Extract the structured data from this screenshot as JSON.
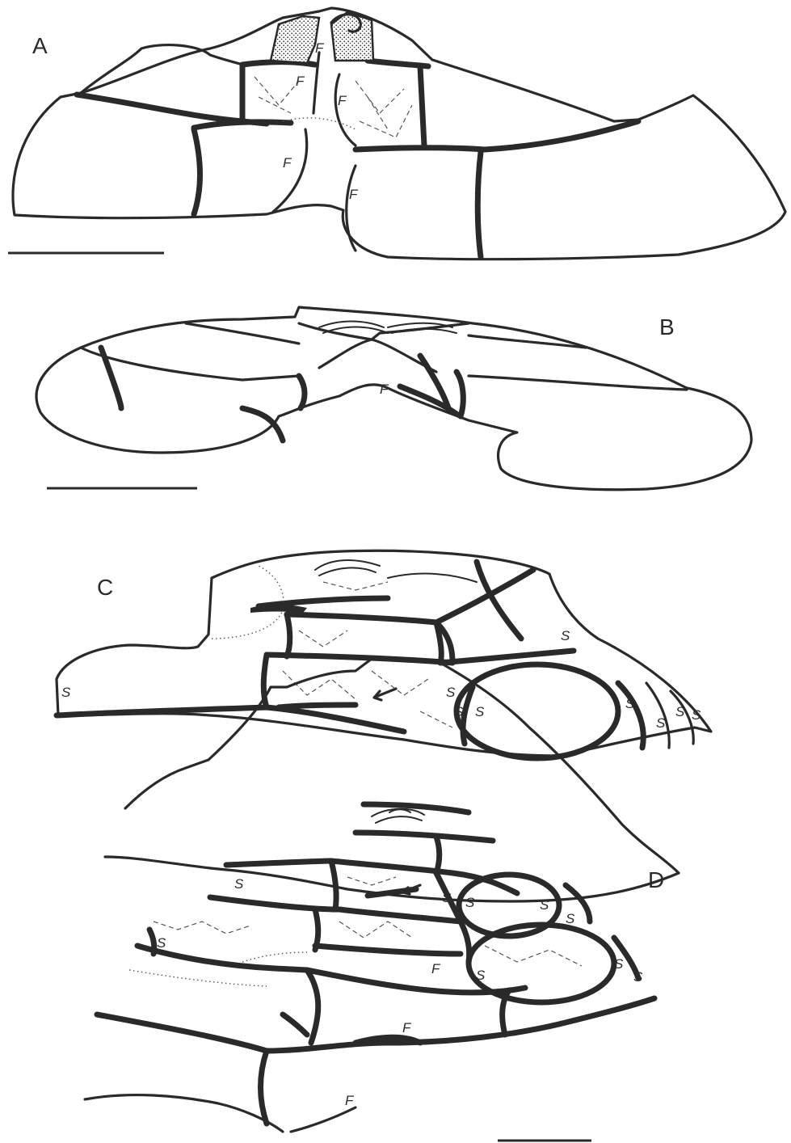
{
  "panels": [
    {
      "id": "A",
      "label": "A"
    },
    {
      "id": "B",
      "label": "B"
    },
    {
      "id": "C",
      "label": "C"
    },
    {
      "id": "D",
      "label": "D"
    }
  ],
  "annotations": {
    "F": "F",
    "S": "S"
  }
}
